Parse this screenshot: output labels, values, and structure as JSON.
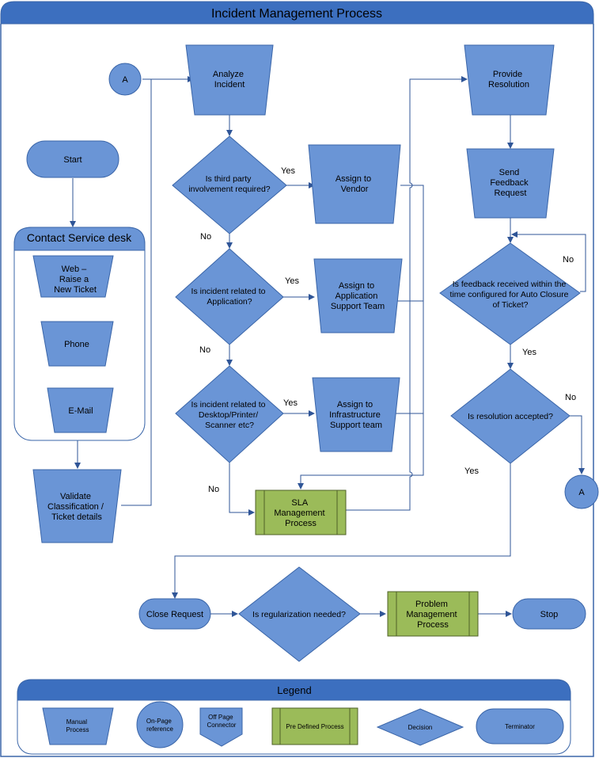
{
  "colors": {
    "shape_fill": "#6a95d6",
    "shape_stroke": "#3a65a8",
    "header_fill": "#3c6fbf",
    "predefined_fill": "#9bbb59",
    "predefined_stroke": "#4f6228",
    "line": "#2f5597",
    "frame": "#3a65a8"
  },
  "title": "Incident Management Process",
  "connectors": {
    "a_top": "A",
    "a_right": "A"
  },
  "shapes": {
    "start": "Start",
    "contact_service_desk": "Contact Service desk",
    "web": [
      "Web –",
      "Raise a",
      "New Ticket"
    ],
    "phone": "Phone",
    "email": "E-Mail",
    "validate": [
      "Validate",
      "Classification /",
      "Ticket details"
    ],
    "analyze": [
      "Analyze",
      "Incident"
    ],
    "third_party": [
      "Is third party",
      "involvement required?"
    ],
    "assign_vendor": [
      "Assign to",
      "Vendor"
    ],
    "related_app": [
      "Is incident related to",
      "Application?"
    ],
    "assign_app": [
      "Assign to",
      "Application",
      "Support Team"
    ],
    "related_desktop": [
      "Is incident related to",
      "Desktop/Printer/",
      "Scanner etc?"
    ],
    "assign_infra": [
      "Assign to",
      "Infrastructure",
      "Support team"
    ],
    "sla": [
      "SLA",
      "Management",
      "Process"
    ],
    "provide_resolution": [
      "Provide",
      "Resolution"
    ],
    "send_feedback": [
      "Send",
      "Feedback",
      "Request"
    ],
    "feedback_received": [
      "Is feedback received within the",
      "time configured for Auto Closure",
      "of Ticket?"
    ],
    "resolution_accepted": "Is resolution accepted?",
    "close_request": "Close Request",
    "regularization": "Is regularization needed?",
    "problem_mgmt": [
      "Problem",
      "Management",
      "Process"
    ],
    "stop": "Stop"
  },
  "labels": {
    "yes_third_party": "Yes",
    "no_third_party": "No",
    "yes_app": "Yes",
    "no_app": "No",
    "yes_desktop": "Yes",
    "no_desktop": "No",
    "no_feedback": "No",
    "yes_feedback": "Yes",
    "no_resolution": "No",
    "yes_resolution": "Yes"
  },
  "legend": {
    "title": "Legend",
    "manual_process": [
      "Manual",
      "Process"
    ],
    "on_page_reference": [
      "On-Page",
      "reference"
    ],
    "off_page_connector": [
      "Off Page",
      "Connector"
    ],
    "predefined_process": "Pre Defined Process",
    "decision": "Decision",
    "terminator": "Terminator"
  }
}
